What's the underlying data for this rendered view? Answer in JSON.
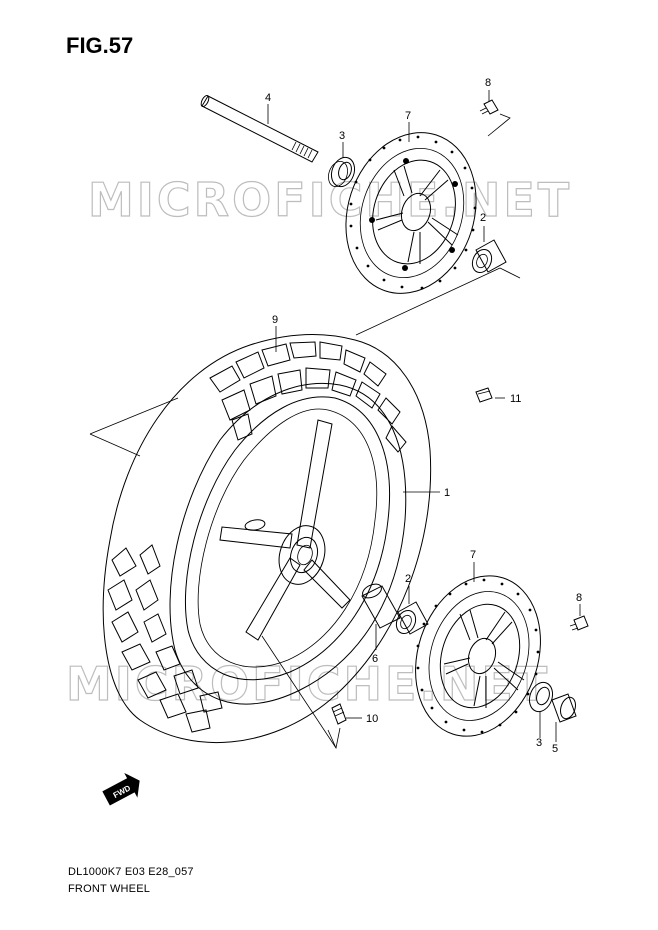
{
  "figure": {
    "title": "FIG.57"
  },
  "footer": {
    "code": "DL1000K7 E03 E28_057",
    "name": "FRONT WHEEL"
  },
  "watermark": {
    "text": "MICROFICHE.NET"
  },
  "fwd_label": "FWD",
  "callouts": {
    "c1": "1",
    "c2a": "2",
    "c2b": "2",
    "c3a": "3",
    "c3b": "3",
    "c4": "4",
    "c5": "5",
    "c6": "6",
    "c7a": "7",
    "c7b": "7",
    "c8a": "8",
    "c8b": "8",
    "c9": "9",
    "c10": "10",
    "c11": "11"
  }
}
